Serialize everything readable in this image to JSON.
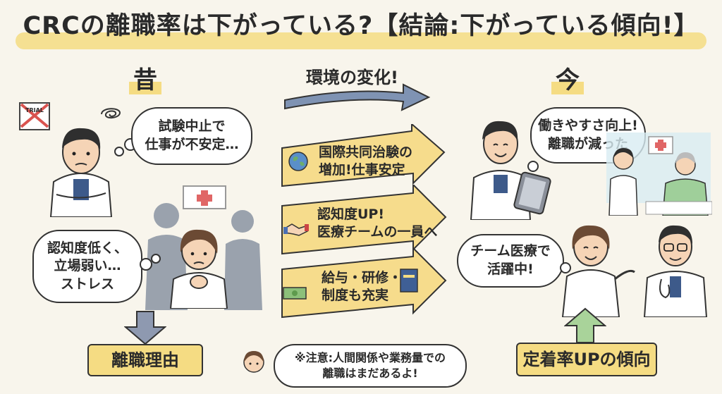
{
  "title": "CRCの離職率は下がっている?【結論:下がっている傾向!】",
  "past": {
    "heading": "昔",
    "bubble_top": [
      "試験中止で",
      "仕事が不安定…"
    ],
    "bubble_left": [
      "認知度低く、",
      "立場弱い…",
      "ストレス"
    ],
    "trial_sign": "TRIAL",
    "result_label": "離職理由"
  },
  "middle": {
    "heading": "環境の変化!",
    "arrows": [
      {
        "lines": [
          "国際共同治験の",
          "増加!仕事安定"
        ],
        "icon": "globe-icon"
      },
      {
        "lines": [
          "認知度UP!",
          "医療チームの一員へ"
        ],
        "icon": "handshake-icon"
      },
      {
        "lines": [
          "給与・研修・",
          "制度も充実"
        ],
        "icon": "money-book-icon"
      }
    ],
    "note": [
      "※注意:人間関係や業務量での",
      "離職はまだあるよ!"
    ]
  },
  "present": {
    "heading": "今",
    "bubble_top": [
      "働きやすさ向上!",
      "離職が減った"
    ],
    "bubble_mid": [
      "チーム医療で",
      "活躍中!"
    ],
    "result_label": "定着率UPの傾向"
  },
  "colors": {
    "highlight": "#f5dc83",
    "arrow_fill": "#f6dc8c",
    "blue_arrow": "#7f93b3",
    "green_arrow": "#a9d39a",
    "background": "#f8f5ec"
  }
}
